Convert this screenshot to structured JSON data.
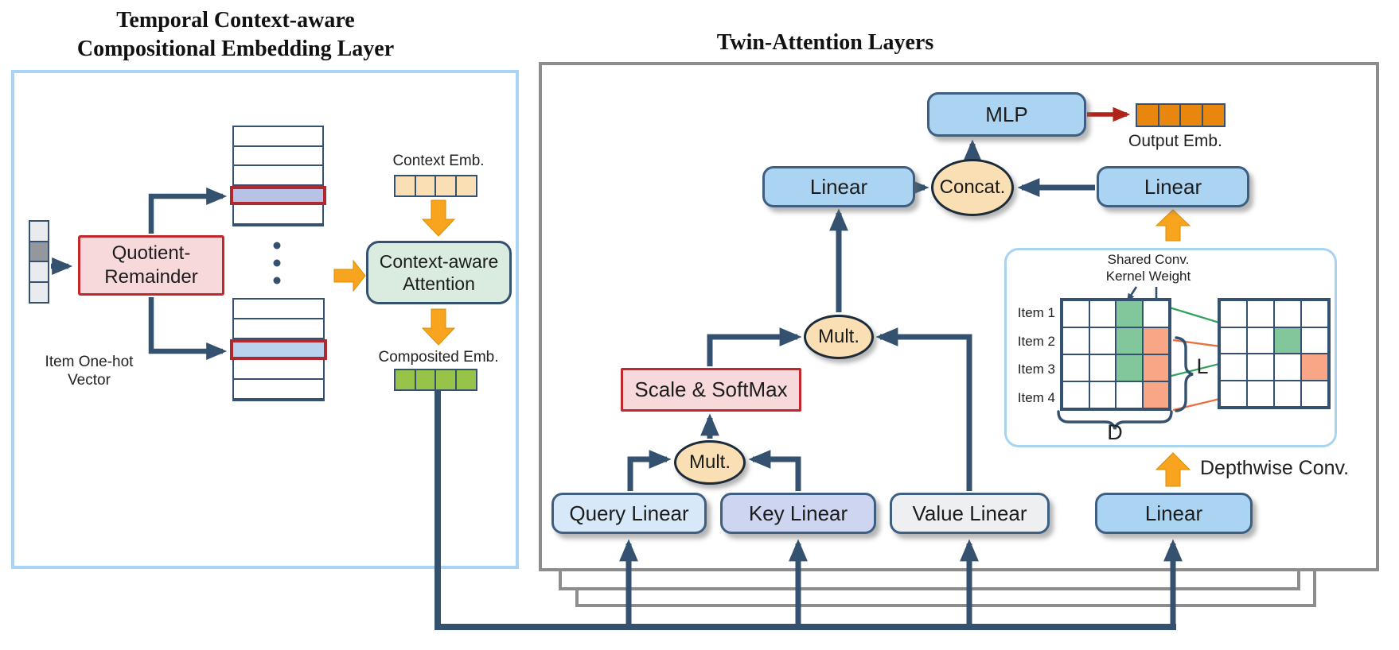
{
  "titles": {
    "left_line1": "Temporal Context-aware",
    "left_line2": "Compositional Embedding Layer",
    "right": "Twin-Attention Layers"
  },
  "embedding_layer": {
    "item_onehot_line1": "Item One-hot",
    "item_onehot_line2": "Vector",
    "quotient_line1": "Quotient-",
    "quotient_line2": "Remainder",
    "context_emb_label": "Context Emb.",
    "attention_line1": "Context-aware",
    "attention_line2": "Attention",
    "composited_label": "Composited Emb.",
    "onehot_vector": {
      "cells": [
        "#e9ebee",
        "#94989e",
        "#e9ebee",
        "#e9ebee"
      ]
    },
    "context_cells": {
      "cells": [
        "#fbdfb4",
        "#fbdfb4",
        "#fbdfb4",
        "#fbdfb4"
      ]
    },
    "composited_cells": {
      "cells": [
        "#97c348",
        "#97c348",
        "#97c348",
        "#97c348"
      ]
    },
    "top_table": {
      "rows": 5,
      "highlight_row": 4,
      "highlight_color": "#b6c2e6"
    },
    "bottom_table": {
      "rows": 5,
      "highlight_row": 3,
      "highlight_color": "#b9d3ee"
    }
  },
  "twin_attention": {
    "query_label": "Query Linear",
    "key_label": "Key Linear",
    "value_label": "Value Linear",
    "linear_label": "Linear",
    "mult_label": "Mult.",
    "scale_label": "Scale & SoftMax",
    "concat_label": "Concat.",
    "mlp_label": "MLP",
    "output_label": "Output Emb.",
    "output_cells": {
      "cells": [
        "#e8860d",
        "#e8860d",
        "#e8860d",
        "#e8860d"
      ]
    },
    "depthwise_label": "Depthwise Conv.",
    "conv": {
      "shared_line1": "Shared Conv.",
      "shared_line2": "Kernel Weight",
      "item_labels": [
        "Item 1",
        "Item 2",
        "Item 3",
        "Item 4"
      ],
      "dim_l": "L",
      "dim_d": "D",
      "left_grid": {
        "rows": 4,
        "cols": 4,
        "highlights": [
          {
            "r": 1,
            "c": 3,
            "color": "green"
          },
          {
            "r": 2,
            "c": 3,
            "color": "green"
          },
          {
            "r": 3,
            "c": 3,
            "color": "green"
          },
          {
            "r": 2,
            "c": 4,
            "color": "orange"
          },
          {
            "r": 3,
            "c": 4,
            "color": "orange"
          },
          {
            "r": 4,
            "c": 4,
            "color": "orange"
          }
        ]
      },
      "right_grid": {
        "rows": 4,
        "cols": 4,
        "highlights": [
          {
            "r": 2,
            "c": 3,
            "color": "green"
          },
          {
            "r": 3,
            "c": 4,
            "color": "orange"
          }
        ]
      }
    }
  },
  "colors": {
    "line": "#34526f",
    "box-border": "#3e5f82",
    "blue-fill": "#abd4f2",
    "lightblue-fill": "#d7e9f9",
    "lavender-fill": "#ced5f0",
    "gray-fill": "#edeff1",
    "tan-fill": "#fbdfb4",
    "pink-fill": "#f7d9dc",
    "red-hl": "#b02830",
    "red-border": "#c2272e",
    "green-box": "#d9ecdf",
    "orange-arrow": "#f9a41f",
    "red-arrow": "#b02318",
    "panel-blue": "#aad4f5",
    "panel-gray": "#8d8d8d",
    "conv-panel-border": "#a9d3ee",
    "conv-green": "#82c79c",
    "conv-orange": "#f8a686",
    "line-green": "#2fa35c",
    "line-orange": "#e8703d"
  }
}
